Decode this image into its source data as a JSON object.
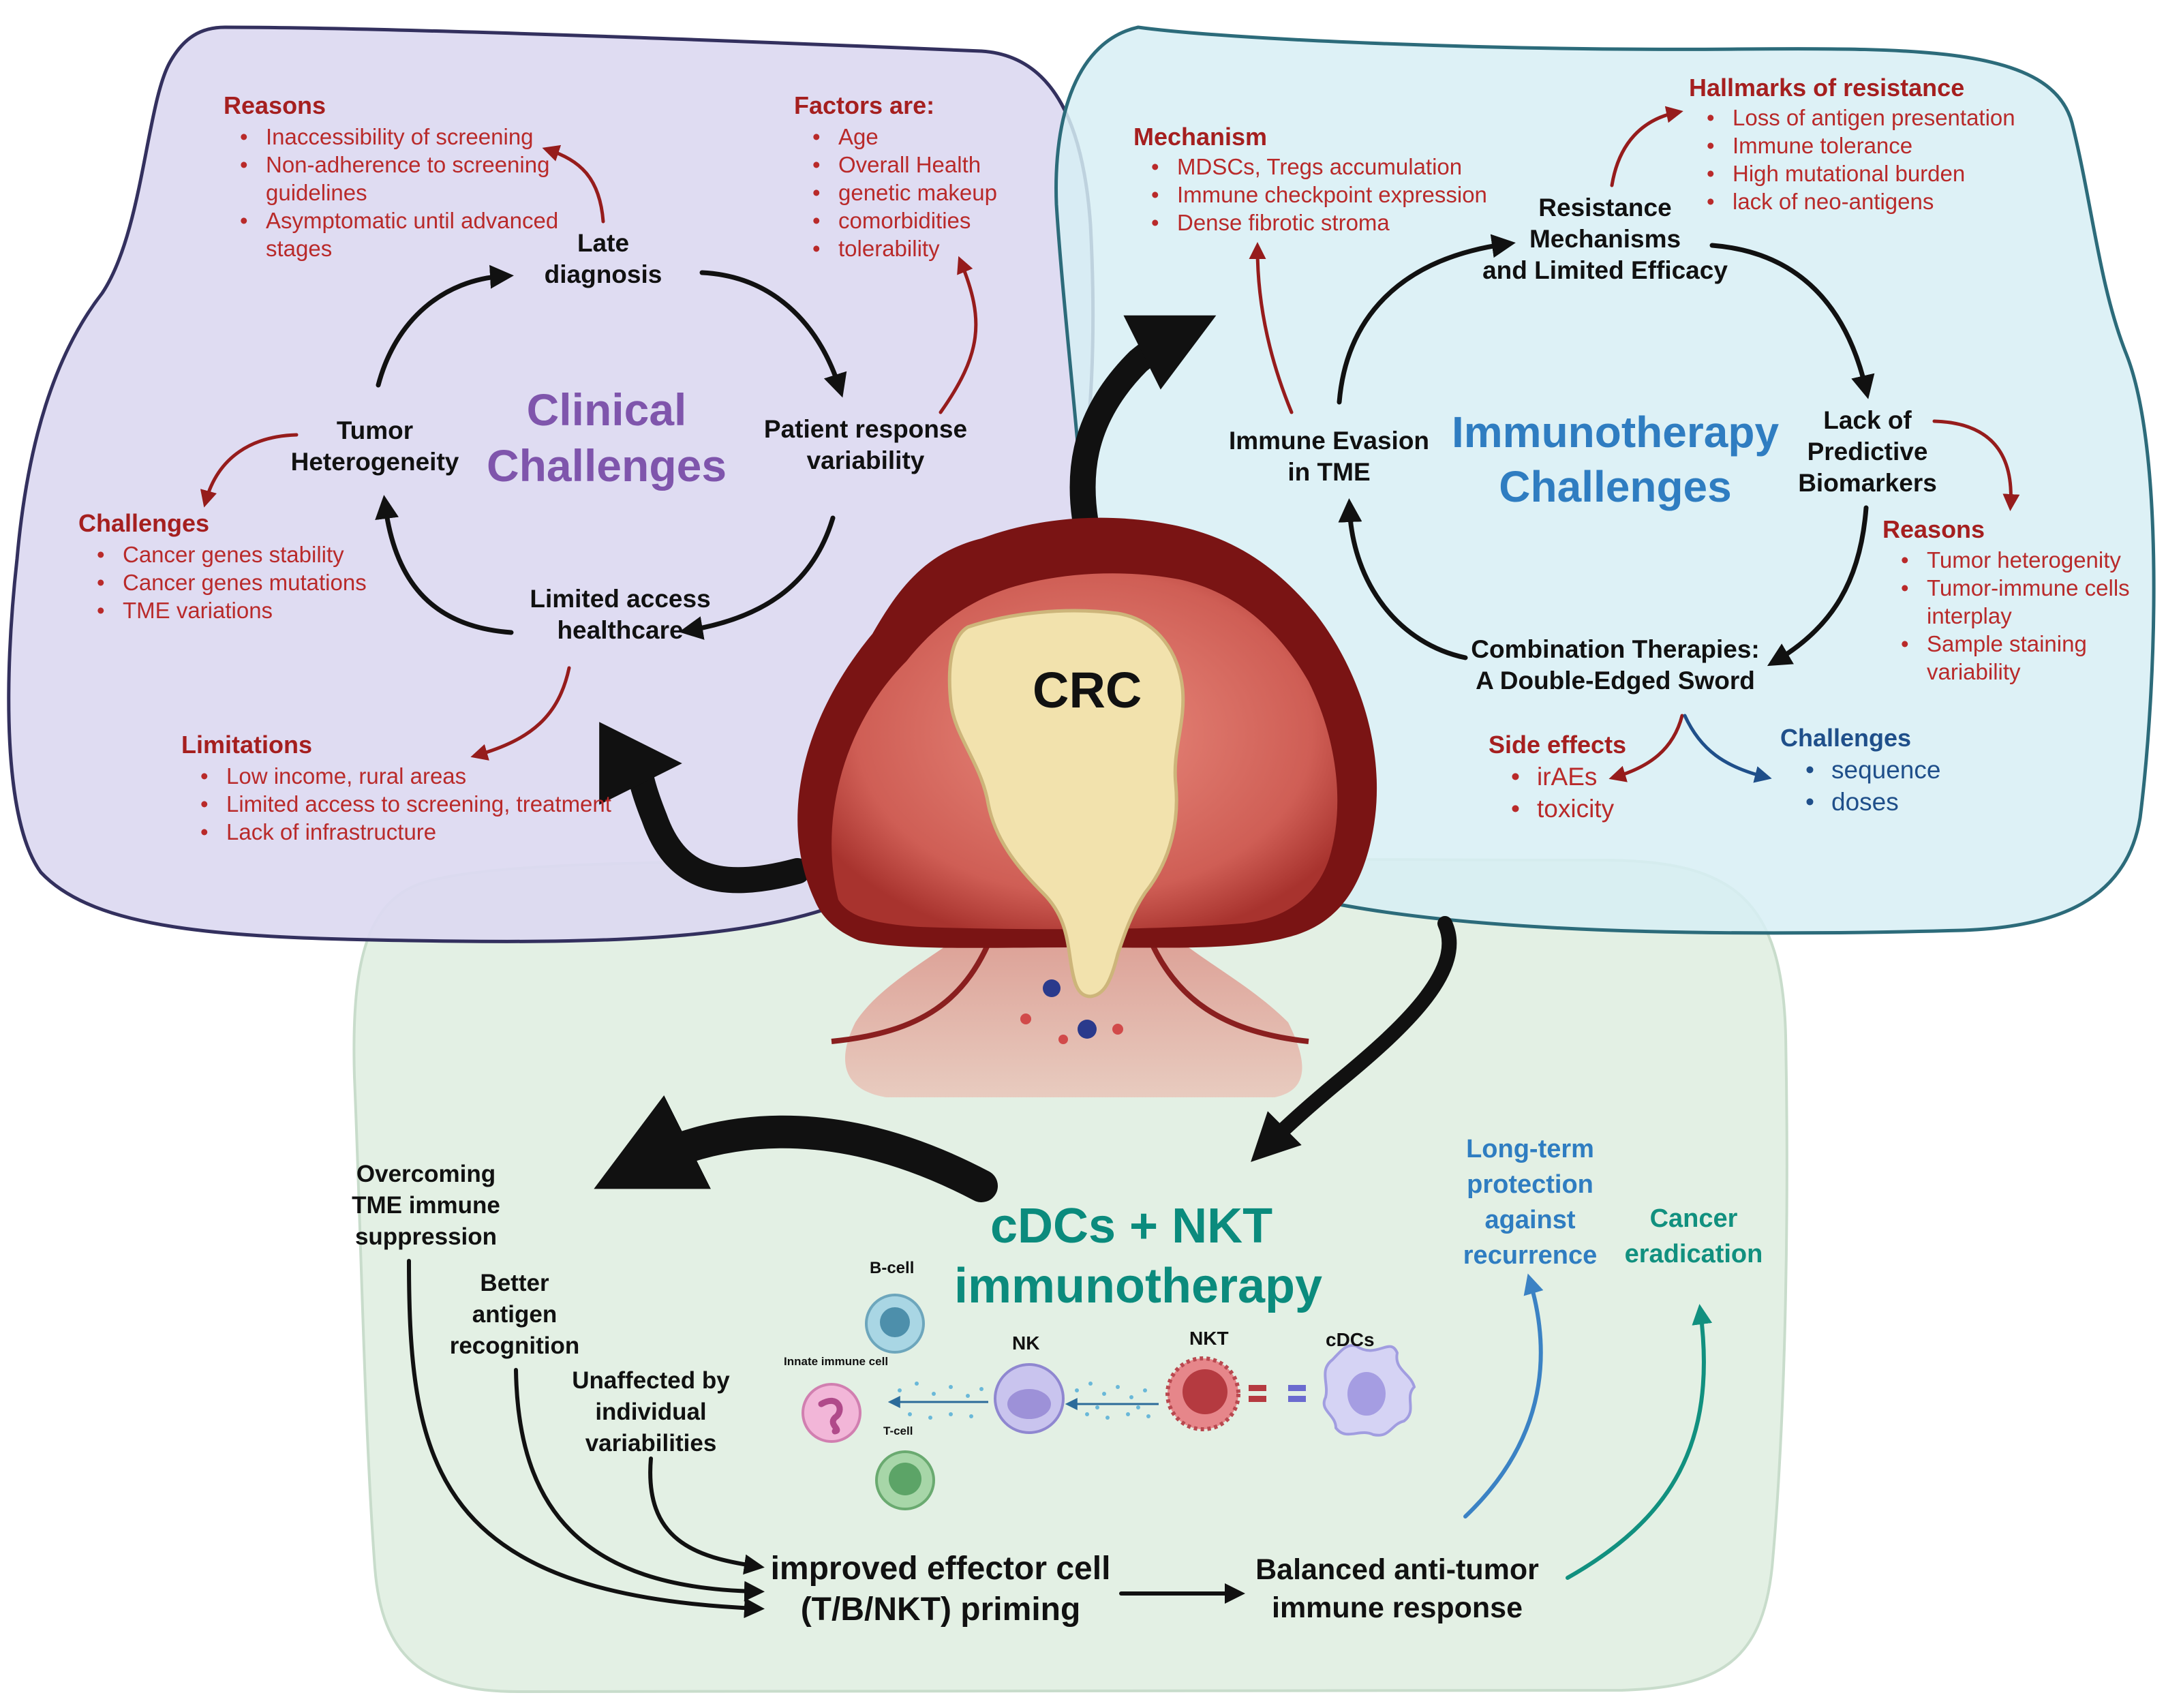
{
  "colors": {
    "clinical_bg": "#ddd9f1",
    "clinical_border": "#33305e",
    "immuno_bg": "#d7eef5",
    "immuno_border": "#2c6b7a",
    "green_bg": "#e2efe3",
    "clinical_title": "#7f55ac",
    "immuno_title": "#2f7dc1",
    "green_title": "#0b8b7d",
    "red_text": "#b92a2a",
    "blue_text": "#1f4f8a",
    "arrow_dark": "#111111",
    "arrow_red": "#961c1c"
  },
  "clinical": {
    "title": "Clinical\nChallenges",
    "late_diagnosis": "Late\ndiagnosis",
    "patient_response": "Patient response\nvariability",
    "limited_access": "Limited access\nhealthcare",
    "tumor_heterogeneity": "Tumor\nHeterogeneity",
    "reasons": {
      "heading": "Reasons",
      "items": [
        "Inaccessibility of screening",
        "Non-adherence to screening",
        "guidelines",
        "Asymptomatic until advanced",
        "stages"
      ]
    },
    "factors": {
      "heading": "Factors are:",
      "items": [
        "Age",
        "Overall Health",
        "genetic makeup",
        "comorbidities",
        "tolerability"
      ]
    },
    "challenges": {
      "heading": "Challenges",
      "items": [
        "Cancer genes stability",
        "Cancer genes mutations",
        "TME variations"
      ]
    },
    "limitations": {
      "heading": "Limitations",
      "items": [
        "Low income, rural areas",
        "Limited access to screening, treatment",
        "Lack of infrastructure"
      ]
    }
  },
  "immuno": {
    "title": "Immunotherapy\nChallenges",
    "resistance": "Resistance\nMechanisms\nand Limited Efficacy",
    "lack_biomarkers": "Lack of\nPredictive\nBiomarkers",
    "combination": "Combination Therapies:\nA Double-Edged Sword",
    "immune_evasion": "Immune Evasion\nin TME",
    "mechanism": {
      "heading": "Mechanism",
      "items": [
        "MDSCs, Tregs accumulation",
        "Immune checkpoint expression",
        "Dense fibrotic stroma"
      ]
    },
    "hallmarks": {
      "heading": "Hallmarks of resistance",
      "items": [
        "Loss of antigen presentation",
        "Immune tolerance",
        "High mutational burden",
        "lack of neo-antigens"
      ]
    },
    "reasons": {
      "heading": "Reasons",
      "items": [
        "Tumor heterogenity",
        "Tumor-immune cells",
        "interplay",
        "Sample staining",
        "variability"
      ]
    },
    "side_effects": {
      "heading": "Side effects",
      "items": [
        "irAEs",
        "toxicity"
      ]
    },
    "challenges": {
      "heading": "Challenges",
      "items": [
        "sequence",
        "doses"
      ]
    }
  },
  "tumor": {
    "label": "CRC"
  },
  "therapy": {
    "title": "cDCs + NKT\nimmunotherapy",
    "overcoming": "Overcoming\nTME immune\nsuppression",
    "better_antigen": "Better\nantigen\nrecognition",
    "unaffected": "Unaffected by\nindividual\nvariabilities",
    "improved_priming": "improved effector cell\n(T/B/NKT) priming",
    "balanced": "Balanced anti-tumor\nimmune response",
    "long_term": "Long-term\nprotection\nagainst\nrecurrence",
    "eradication": "Cancer\neradication",
    "cells": {
      "b_cell": "B-cell",
      "innate": "Innate immune cell",
      "t_cell": "T-cell",
      "nk": "NK",
      "nkt": "NKT",
      "cdcs": "cDCs"
    }
  }
}
